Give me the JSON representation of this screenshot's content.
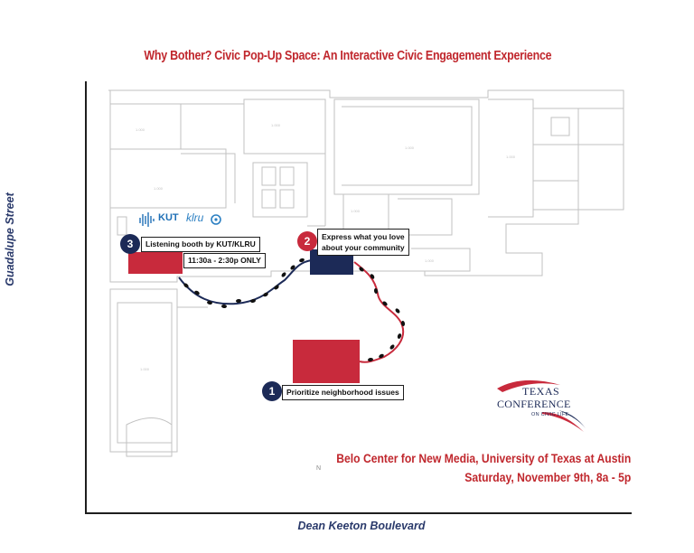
{
  "title": "Why Bother? Civic Pop-Up Space: An Interactive Civic Engagement Experience",
  "streets": {
    "left": "Guadalupe Street",
    "bottom": "Dean Keeton Boulevard"
  },
  "stations": [
    {
      "number": "1",
      "label": "Prioritize neighborhood issues",
      "color": "#c82a3c",
      "badge_color": "#1c2a57"
    },
    {
      "number": "2",
      "label_line1": "Express what you love",
      "label_line2": "about your community",
      "color": "#1c2a57",
      "badge_color": "#c82a3c"
    },
    {
      "number": "3",
      "label": "Listening booth by KUT/KLRU",
      "time": "11:30a - 2:30p ONLY",
      "color": "#c82a3c",
      "badge_color": "#1c2a57"
    }
  ],
  "venue": {
    "name": "Belo Center for New Media, University of Texas at Austin",
    "date": "Saturday, November 9th, 8a - 5p"
  },
  "sponsor_logo": {
    "line1": "TEXAS",
    "line2": "CONFERENCE",
    "line3": "ON CIVIC LIFE"
  },
  "partner_logos": {
    "kut": "KUT",
    "klru": "klru"
  },
  "north_marker": "N",
  "colors": {
    "red": "#c82a3c",
    "navy": "#1c2a57",
    "plan_line": "#b9b9b9"
  }
}
